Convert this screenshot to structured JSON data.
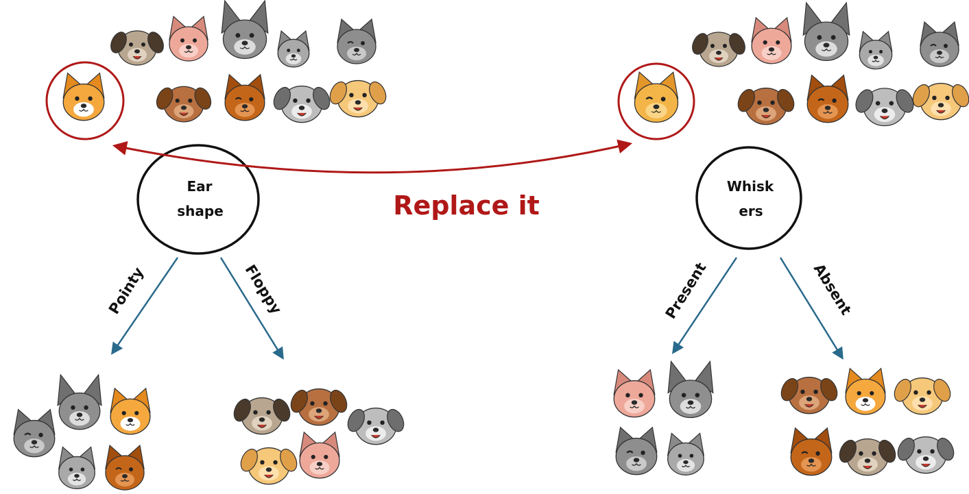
{
  "colors": {
    "accent": "#b01818",
    "edge": "#2a6a8c",
    "node_stroke": "#111111"
  },
  "callout": {
    "text": "Replace it"
  },
  "left_tree": {
    "node": {
      "line1": "Ear",
      "line2": "shape"
    },
    "left_branch": "Pointy",
    "right_branch": "Floppy",
    "root_animals": [
      "dog-pug",
      "cat-pink",
      "cat-gray-wolf",
      "cat-gray-small",
      "cat-gray-wink",
      "dog-brown",
      "cat-orange-brown",
      "dog-gray",
      "dog-yellow"
    ],
    "replaced_animal": "cat-orange-white",
    "left_leaf": [
      "cat-gray-wink",
      "cat-gray-wolf",
      "cat-orange-white",
      "cat-gray-small",
      "cat-orange-brown"
    ],
    "right_leaf": [
      "dog-pug",
      "dog-brown",
      "dog-gray",
      "dog-yellow",
      "cat-pink"
    ]
  },
  "right_tree": {
    "node": {
      "line1": "Whisk",
      "line2": "ers"
    },
    "left_branch": "Present",
    "right_branch": "Absent",
    "root_animals": [
      "dog-pug",
      "cat-pink",
      "cat-gray-wolf",
      "cat-gray-small",
      "cat-gray-wink",
      "dog-brown",
      "cat-orange-brown",
      "dog-gray",
      "dog-yellow"
    ],
    "replaced_animal": "cat-orange-yellow",
    "left_leaf": [
      "cat-pink",
      "cat-gray-wolf",
      "cat-gray-wink",
      "cat-gray-small"
    ],
    "right_leaf": [
      "dog-brown",
      "cat-orange-white",
      "dog-yellow",
      "cat-orange-brown",
      "dog-pug",
      "dog-gray"
    ]
  }
}
